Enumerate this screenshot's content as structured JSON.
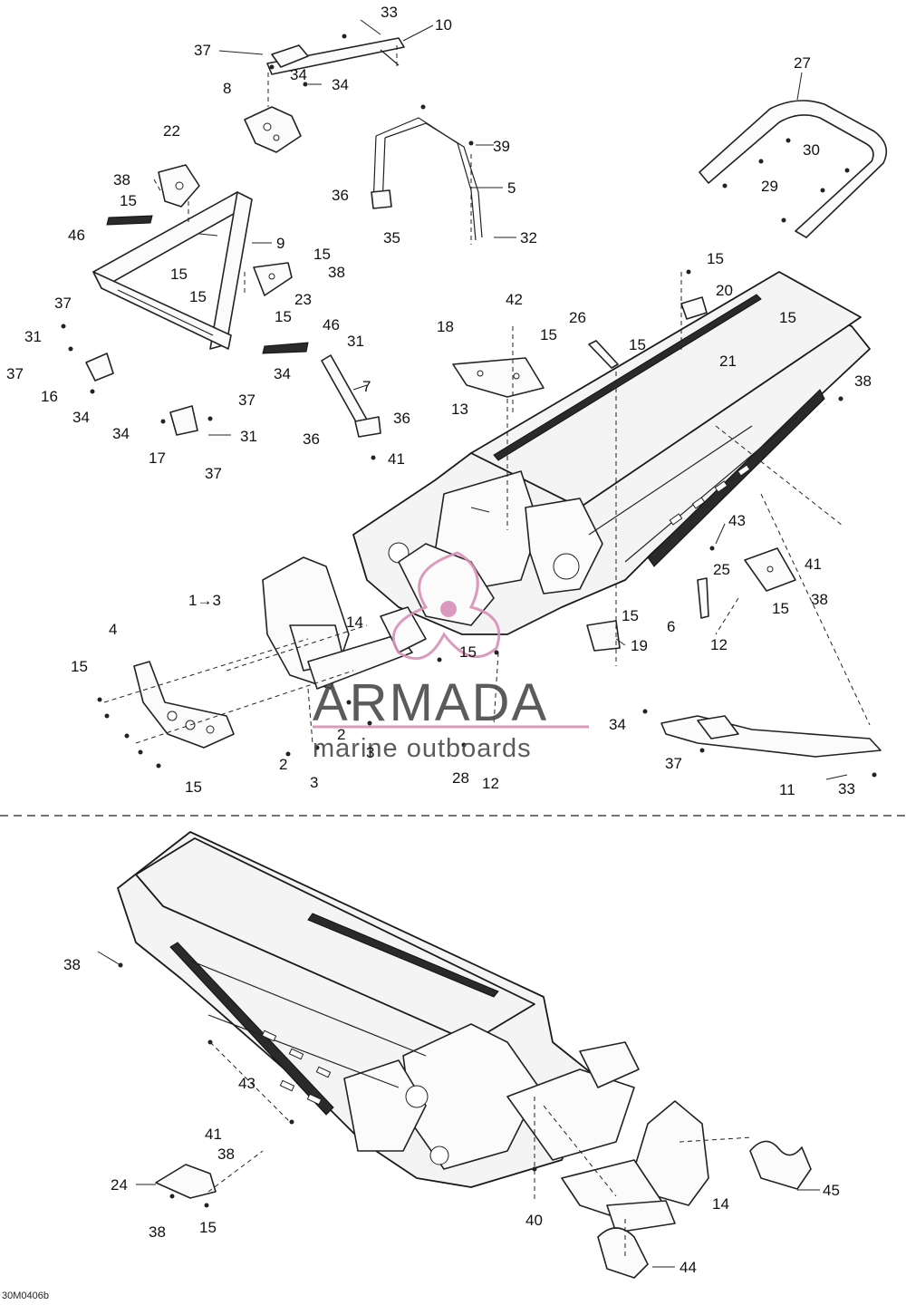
{
  "callouts_top": [
    {
      "id": "c33a",
      "text": "33"
    },
    {
      "id": "c10",
      "text": "10"
    },
    {
      "id": "c37a",
      "text": "37"
    },
    {
      "id": "c34a",
      "text": "34"
    },
    {
      "id": "c8",
      "text": "8"
    },
    {
      "id": "c34b",
      "text": "34"
    },
    {
      "id": "c39",
      "text": "39"
    },
    {
      "id": "c5",
      "text": "5"
    },
    {
      "id": "c36a",
      "text": "36"
    },
    {
      "id": "c35",
      "text": "35"
    },
    {
      "id": "c32",
      "text": "32"
    },
    {
      "id": "c27",
      "text": "27"
    },
    {
      "id": "c30",
      "text": "30"
    },
    {
      "id": "c29",
      "text": "29"
    },
    {
      "id": "c22",
      "text": "22"
    },
    {
      "id": "c38a",
      "text": "38"
    },
    {
      "id": "c15a",
      "text": "15"
    },
    {
      "id": "c46a",
      "text": "46"
    },
    {
      "id": "c9",
      "text": "9"
    },
    {
      "id": "c15b",
      "text": "15"
    },
    {
      "id": "c15c",
      "text": "15"
    },
    {
      "id": "c38b",
      "text": "38"
    },
    {
      "id": "c15d",
      "text": "15"
    },
    {
      "id": "c23",
      "text": "23"
    },
    {
      "id": "c15e",
      "text": "15"
    },
    {
      "id": "c37b",
      "text": "37"
    },
    {
      "id": "c31a",
      "text": "31"
    },
    {
      "id": "c37c",
      "text": "37"
    },
    {
      "id": "c16",
      "text": "16"
    },
    {
      "id": "c34c",
      "text": "34"
    },
    {
      "id": "c46b",
      "text": "46"
    },
    {
      "id": "c31b",
      "text": "31"
    },
    {
      "id": "c34d",
      "text": "34"
    },
    {
      "id": "c7",
      "text": "7"
    },
    {
      "id": "c37d",
      "text": "37"
    },
    {
      "id": "c34e",
      "text": "34"
    },
    {
      "id": "c31c",
      "text": "31"
    },
    {
      "id": "c17",
      "text": "17"
    },
    {
      "id": "c37e",
      "text": "37"
    },
    {
      "id": "c36b",
      "text": "36"
    },
    {
      "id": "c36c",
      "text": "36"
    },
    {
      "id": "c41a",
      "text": "41"
    },
    {
      "id": "c42",
      "text": "42"
    },
    {
      "id": "c18",
      "text": "18"
    },
    {
      "id": "c26",
      "text": "26"
    },
    {
      "id": "c15f",
      "text": "15"
    },
    {
      "id": "c15g",
      "text": "15"
    },
    {
      "id": "c13",
      "text": "13"
    },
    {
      "id": "c15h",
      "text": "15"
    },
    {
      "id": "c20",
      "text": "20"
    },
    {
      "id": "c15i",
      "text": "15"
    },
    {
      "id": "c21",
      "text": "21"
    },
    {
      "id": "c38c",
      "text": "38"
    },
    {
      "id": "c43a",
      "text": "43"
    },
    {
      "id": "c41b",
      "text": "41"
    },
    {
      "id": "c25",
      "text": "25"
    },
    {
      "id": "c38d",
      "text": "38"
    },
    {
      "id": "c15j",
      "text": "15"
    },
    {
      "id": "c13b",
      "text": "1→3"
    },
    {
      "id": "c4",
      "text": "4"
    },
    {
      "id": "c14a",
      "text": "14"
    },
    {
      "id": "c15k",
      "text": "15"
    },
    {
      "id": "c15l",
      "text": "15"
    },
    {
      "id": "c6",
      "text": "6"
    },
    {
      "id": "c12a",
      "text": "12"
    },
    {
      "id": "c15m",
      "text": "15"
    },
    {
      "id": "c19",
      "text": "19"
    },
    {
      "id": "c2a",
      "text": "2"
    },
    {
      "id": "c3a",
      "text": "3"
    },
    {
      "id": "c2b",
      "text": "2"
    },
    {
      "id": "c3b",
      "text": "3"
    },
    {
      "id": "c15n",
      "text": "15"
    },
    {
      "id": "c28",
      "text": "28"
    },
    {
      "id": "c12b",
      "text": "12"
    },
    {
      "id": "c34f",
      "text": "34"
    },
    {
      "id": "c37f",
      "text": "37"
    },
    {
      "id": "c11",
      "text": "11"
    },
    {
      "id": "c33b",
      "text": "33"
    }
  ],
  "callouts_bottom": [
    {
      "id": "d38a",
      "text": "38"
    },
    {
      "id": "d43",
      "text": "43"
    },
    {
      "id": "d41",
      "text": "41"
    },
    {
      "id": "d38b",
      "text": "38"
    },
    {
      "id": "d24",
      "text": "24"
    },
    {
      "id": "d38c",
      "text": "38"
    },
    {
      "id": "d15",
      "text": "15"
    },
    {
      "id": "d40",
      "text": "40"
    },
    {
      "id": "d14",
      "text": "14"
    },
    {
      "id": "d45",
      "text": "45"
    },
    {
      "id": "d44",
      "text": "44"
    }
  ],
  "watermark": {
    "brand": "ARMADA",
    "tagline": "marine outboards",
    "accent_color": "#d98fb8"
  },
  "document_code": "30M0406b",
  "colors": {
    "line": "#222222",
    "background": "#ffffff"
  }
}
